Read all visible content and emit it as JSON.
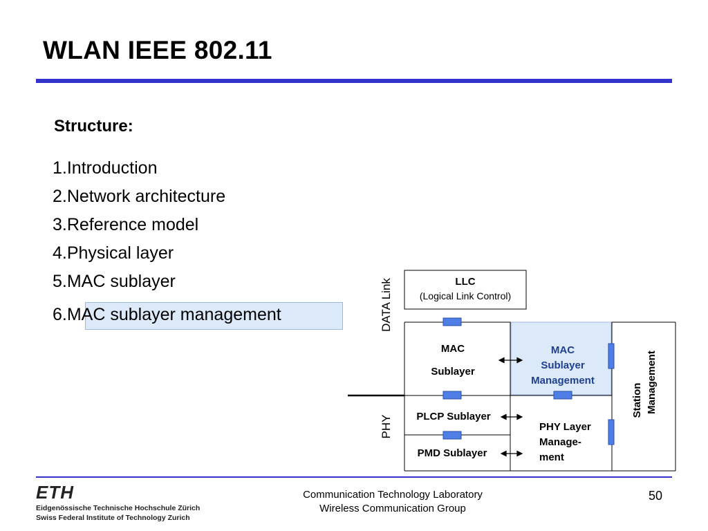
{
  "slide": {
    "title": "WLAN IEEE 802.11",
    "section_heading": "Structure:",
    "toc": [
      "1.Introduction",
      "2.Network architecture",
      "3.Reference model",
      "4.Physical layer",
      "5.MAC sublayer",
      "6.MAC sublayer management"
    ],
    "highlighted_item_index": 5
  },
  "diagram": {
    "side_labels": {
      "data_link": "DATA Link",
      "phy": "PHY"
    },
    "llc": {
      "title": "LLC",
      "subtitle": "(Logical Link Control)"
    },
    "mac": {
      "line1": "MAC",
      "line2": "Sublayer"
    },
    "mac_mgmt": {
      "line1": "MAC",
      "line2": "Sublayer",
      "line3": "Management"
    },
    "plcp": "PLCP Sublayer",
    "pmd": "PMD Sublayer",
    "phy_mgmt": {
      "line1": "PHY Layer",
      "line2": "Manage-",
      "line3": "ment"
    },
    "station_mgmt": {
      "line1": "Station",
      "line2": "Management"
    }
  },
  "footer": {
    "logo_text": "ETH",
    "institution_line1": "Eidgenössische Technische Hochschule Zürich",
    "institution_line2": "Swiss Federal Institute of Technology Zurich",
    "lab": "Communication Technology Laboratory",
    "group": "Wireless Communication Group",
    "page_number": "50"
  },
  "colors": {
    "accent_rule": "#3333cc",
    "highlight_fill": "#dbe9f9",
    "sap_fill": "#4f7fe6",
    "mac_mgmt_text": "#1f3f8f"
  }
}
